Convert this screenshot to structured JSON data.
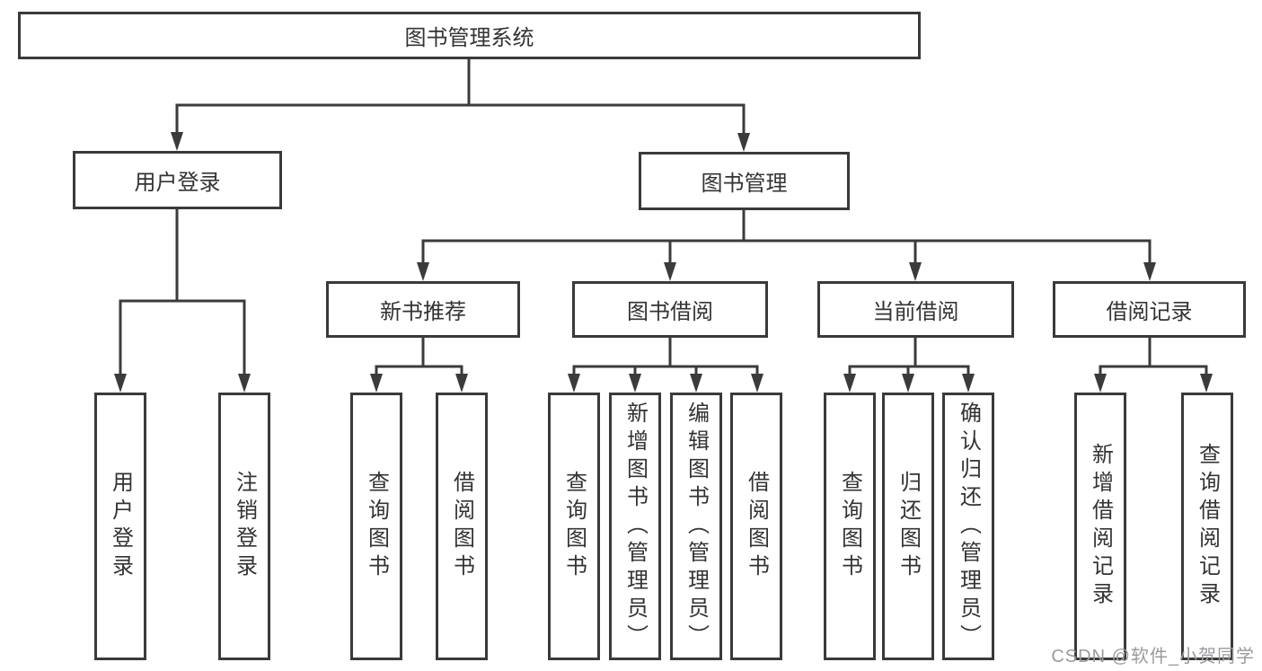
{
  "tree": {
    "root": {
      "label": "图书管理系统"
    },
    "branches": [
      {
        "label": "用户登录",
        "children": [
          {
            "label": "用户登录"
          },
          {
            "label": "注销登录"
          }
        ]
      },
      {
        "label": "图书管理",
        "sections": [
          {
            "label": "新书推荐",
            "children": [
              {
                "label": "查询图书"
              },
              {
                "label": "借阅图书"
              }
            ]
          },
          {
            "label": "图书借阅",
            "children": [
              {
                "label": "查询图书"
              },
              {
                "label": "新增图书（管理员）"
              },
              {
                "label": "编辑图书（管理员）"
              },
              {
                "label": "借阅图书"
              }
            ]
          },
          {
            "label": "当前借阅",
            "children": [
              {
                "label": "查询图书"
              },
              {
                "label": "归还图书"
              },
              {
                "label": "确认归还（管理员）"
              }
            ]
          },
          {
            "label": "借阅记录",
            "children": [
              {
                "label": "新增借阅记录"
              },
              {
                "label": "查询借阅记录"
              }
            ]
          }
        ]
      }
    ]
  },
  "watermark": {
    "text": "CSDN @软件_小贺同学"
  },
  "colors": {
    "line": "#3b3b3b",
    "box_border": "#3a3a3a",
    "box_fill": "#ffffff",
    "text": "#333333",
    "background": "#ffffff",
    "watermark": "#9b9b9f"
  }
}
